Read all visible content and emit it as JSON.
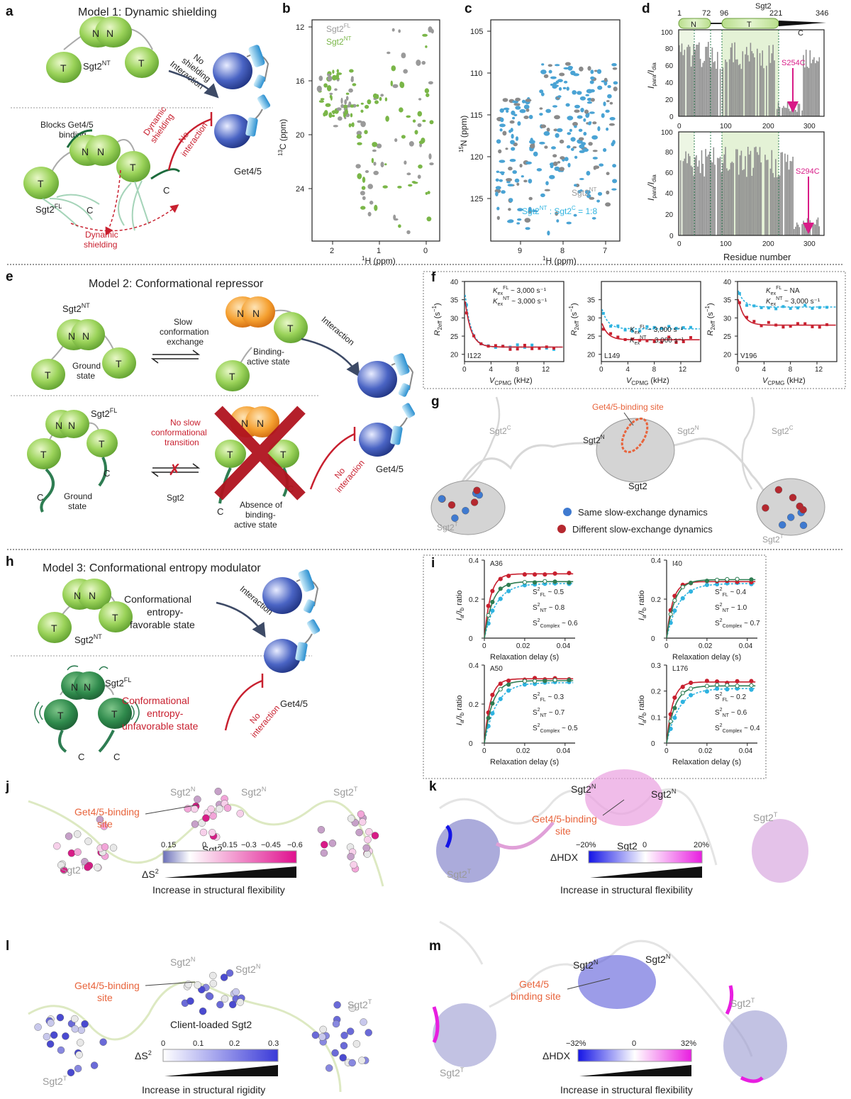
{
  "panels": {
    "a": {
      "label": "a",
      "title": "Model 1: Dynamic shielding",
      "sgt2nt": "Sgt2",
      "sgt2nt_sup": "NT",
      "sgt2fl": "Sgt2",
      "sgt2fl_sup": "FL",
      "no_shielding": [
        "No",
        "shielding",
        "Interaction"
      ],
      "dynamic_shielding_top": [
        "Dynamic",
        "shielding"
      ],
      "no_interaction": [
        "No",
        "interaction"
      ],
      "blocks": [
        "Blocks Get4/5",
        "binding"
      ],
      "dynamic_shielding_bottom": [
        "Dynamic",
        "shielding"
      ],
      "get45": "Get4/5",
      "n": "N",
      "t": "T",
      "c": "C"
    },
    "b": {
      "label": "b",
      "legend_fl": "Sgt2",
      "legend_fl_sup": "FL",
      "legend_nt": "Sgt2",
      "legend_nt_sup": "NT",
      "xlabel": "H (ppm)",
      "xlabel_sup": "1",
      "ylabel": "C (ppm)",
      "ylabel_sup": "13",
      "yticks": [
        "12",
        "16",
        "20",
        "24"
      ],
      "xticks": [
        "2",
        "1",
        "0"
      ]
    },
    "c": {
      "label": "c",
      "legend_a": "Sgt2",
      "legend_a_sup": "NT",
      "legend_b": "Sgt2",
      "legend_b_sup": "NT",
      "legend_b_tail": " : Sgt2",
      "legend_b_sup2": "C",
      "legend_b_ratio": " = 1:8",
      "xlabel": "H (ppm)",
      "xlabel_sup": "1",
      "ylabel": "N (ppm)",
      "ylabel_sup": "15",
      "yticks": [
        "105",
        "110",
        "115",
        "120",
        "125"
      ],
      "xticks": [
        "9",
        "8",
        "7"
      ]
    },
    "d": {
      "label": "d",
      "sgt2": "Sgt2",
      "domain_ticks": [
        "1",
        "72",
        "96",
        "221",
        "346"
      ],
      "domains": [
        "N",
        "T",
        "C"
      ],
      "ylabel": "I",
      "ylabel_sub1": "para",
      "ylabel_mid": "/I",
      "ylabel_sub2": "dia",
      "yticks": [
        "0",
        "20",
        "40",
        "60",
        "80",
        "100"
      ],
      "xticks": [
        "0",
        "100",
        "200",
        "300"
      ],
      "mut_top": "S254C",
      "mut_bottom": "S294C",
      "xlabel": "Residue number"
    },
    "e": {
      "label": "e",
      "title": "Model 2: Conformational repressor",
      "slow": [
        "Slow",
        "conformation",
        "exchange"
      ],
      "ground": [
        "Ground",
        "state"
      ],
      "active": [
        "Binding-",
        "active state"
      ],
      "interaction": "Interaction",
      "no_slow": [
        "No slow",
        "conformational",
        "transition"
      ],
      "sgt2": "Sgt2",
      "absence": [
        "Absence of",
        "binding-",
        "active state"
      ],
      "no_interaction": [
        "No",
        "interaction"
      ],
      "get45": "Get4/5",
      "sgt2nt": "Sgt2",
      "sgt2nt_sup": "NT",
      "sgt2fl": "Sgt2",
      "sgt2fl_sup": "FL"
    },
    "f": {
      "label": "f",
      "ylabel": "R",
      "ylabel_sub": "2eff",
      "ylabel_unit": " (s",
      "ylabel_unit_sup": "−1",
      "ylabel_close": ")",
      "xlabel": "V",
      "xlabel_sub": "CPMG",
      "xlabel_unit": " (kHz)",
      "xticks": [
        "0",
        "4",
        "8",
        "12"
      ],
      "plots": [
        {
          "residue": "I122",
          "yticks": [
            "20",
            "25",
            "30",
            "35",
            "40"
          ],
          "fl_text": " ~ 3,000 s",
          "nt_text": " ~ 3,000 s"
        },
        {
          "residue": "L149",
          "yticks": [
            "20",
            "25",
            "30",
            "35"
          ],
          "fl_text": " ~ 3,000 s",
          "nt_text": " ~ 3,000 s"
        },
        {
          "residue": "V196",
          "yticks": [
            "20",
            "25",
            "30",
            "35",
            "40"
          ],
          "fl_text": " ~ NA",
          "nt_text": " ~ 3,000 s"
        }
      ]
    },
    "g": {
      "label": "g",
      "binding_site": "Get4/5-binding site",
      "sgt2c": "Sgt2",
      "sgt2c_sup": "C",
      "sgt2n": "Sgt2",
      "sgt2n_sup": "N",
      "sgt2t": "Sgt2",
      "sgt2t_sup": "T",
      "sgt2": "Sgt2",
      "same": "Same slow-exchange dynamics",
      "different": "Different slow-exchange dynamics"
    },
    "h": {
      "label": "h",
      "title": "Model 3: Conformational entropy modulator",
      "favorable": [
        "Conformational",
        "entropy-",
        "favorable state"
      ],
      "unfavorable": [
        "Conformational",
        "entropy-",
        "unfavorable state"
      ],
      "interaction": "Interaction",
      "no_interaction": [
        "No",
        "interaction"
      ],
      "get45": "Get4/5",
      "sgt2nt": "Sgt2",
      "sgt2nt_sup": "NT",
      "sgt2fl": "Sgt2",
      "sgt2fl_sup": "FL"
    },
    "i": {
      "label": "i",
      "ylabel": "ratio",
      "xlabel": "Relaxation delay (s)",
      "xticks": [
        "0",
        "0.02",
        "0.04"
      ],
      "plots": [
        {
          "residue": "A36",
          "yticks": [
            "0",
            "0.2",
            "0.4"
          ],
          "fl": "S",
          "fl_val": " ~ 0.5",
          "nt_val": " ~ 0.8",
          "cx_val": " ~ 0.6"
        },
        {
          "residue": "I40",
          "yticks": [
            "0",
            "0.2",
            "0.4"
          ],
          "fl_val": " ~ 0.4",
          "nt_val": " ~ 1.0",
          "cx_val": " ~ 0.7"
        },
        {
          "residue": "A50",
          "yticks": [
            "0",
            "0.2",
            "0.4"
          ],
          "fl_val": " ~ 0.3",
          "nt_val": " ~ 0.7",
          "cx_val": " ~ 0.5"
        },
        {
          "residue": "L176",
          "yticks": [
            "0",
            "0.1",
            "0.2",
            "0.3"
          ],
          "fl_val": " ~ 0.2",
          "nt_val": " ~ 0.6",
          "cx_val": " ~ 0.4"
        }
      ]
    },
    "j": {
      "label": "j",
      "binding_site": [
        "Get4/5-binding",
        "site"
      ],
      "sgt2": "Sgt2",
      "scale_ticks": [
        "0.15",
        "0",
        "−0.15",
        "−0.3",
        "−0.45",
        "−0.6"
      ],
      "scale_label": "ΔS",
      "caption": "Increase in structural flexibility"
    },
    "k": {
      "label": "k",
      "binding_site": [
        "Get4/5-binding",
        "site"
      ],
      "sgt2": "Sgt2",
      "scale_ticks": [
        "−20%",
        "0",
        "20%"
      ],
      "scale_label": "ΔHDX",
      "caption": "Increase in structural flexibility"
    },
    "l": {
      "label": "l",
      "binding_site": [
        "Get4/5-binding",
        "site"
      ],
      "sgt2": "Client-loaded Sgt2",
      "scale_ticks": [
        "0",
        "0.1",
        "0.2",
        "0.3"
      ],
      "scale_label": "ΔS",
      "caption": "Increase in structural rigidity"
    },
    "m": {
      "label": "m",
      "binding_site": [
        "Get4/5",
        "binding site"
      ],
      "scale_ticks": [
        "−32%",
        "0",
        "32%"
      ],
      "scale_label": "ΔHDX",
      "caption": "Increase in structural flexibility"
    }
  },
  "colors": {
    "green": "#7ab648",
    "dark_green": "#2e7d52",
    "orange": "#f39c2a",
    "red": "#c8202f",
    "blue": "#2b4ea8",
    "cyan": "#2fb3e0",
    "grey": "#9a9a9a",
    "magenta": "#d81b87"
  }
}
